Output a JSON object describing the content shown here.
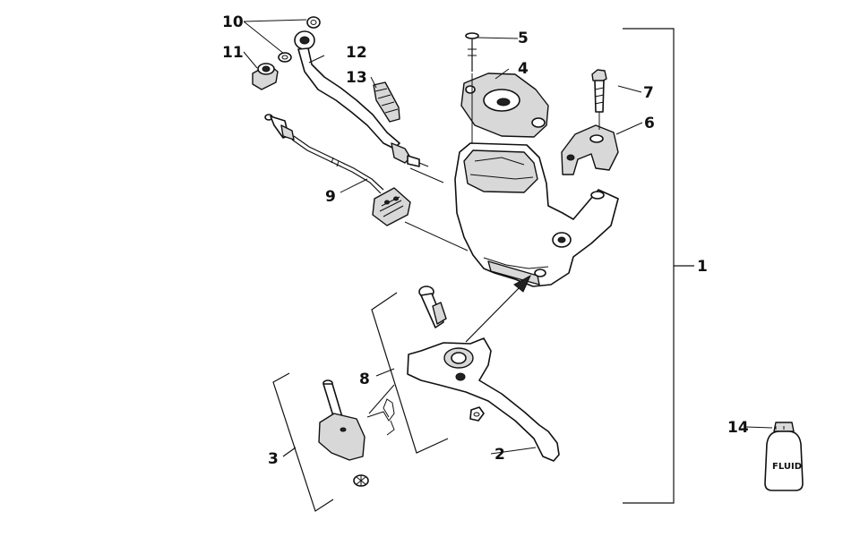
{
  "diagram": {
    "callouts": [
      {
        "id": "c1",
        "label": "1"
      },
      {
        "id": "c2",
        "label": "2"
      },
      {
        "id": "c3",
        "label": "3"
      },
      {
        "id": "c4",
        "label": "4"
      },
      {
        "id": "c5",
        "label": "5"
      },
      {
        "id": "c6",
        "label": "6"
      },
      {
        "id": "c7",
        "label": "7"
      },
      {
        "id": "c8",
        "label": "8"
      },
      {
        "id": "c9",
        "label": "9"
      },
      {
        "id": "c10",
        "label": "10"
      },
      {
        "id": "c11",
        "label": "11"
      },
      {
        "id": "c12",
        "label": "12"
      },
      {
        "id": "c13",
        "label": "13"
      },
      {
        "id": "c14",
        "label": "14"
      }
    ],
    "bottle_label": "FLUID"
  }
}
